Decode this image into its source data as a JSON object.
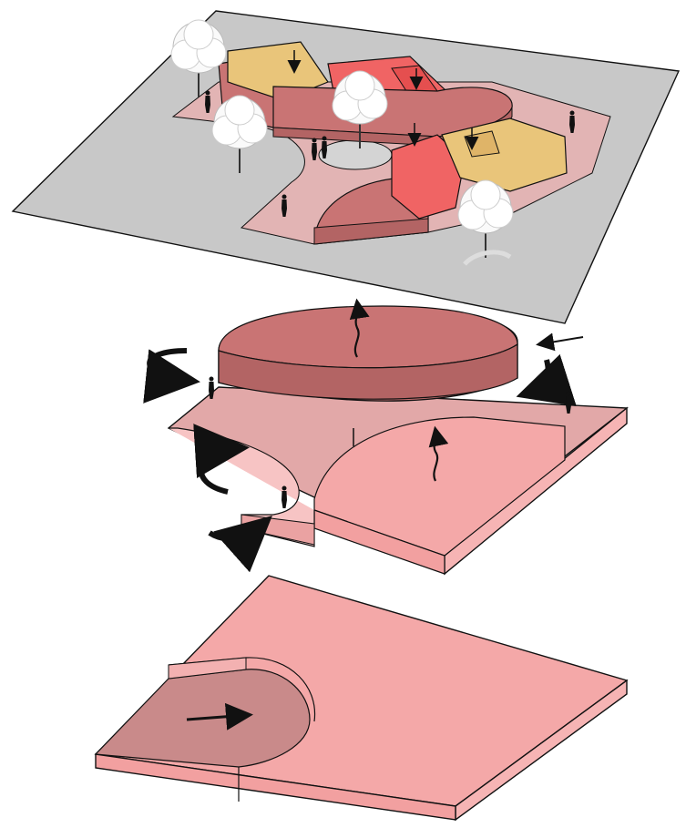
{
  "diagram": {
    "layers": [
      {
        "id": "top",
        "kind": "site-plan"
      },
      {
        "id": "middle",
        "kind": "ground-form"
      },
      {
        "id": "bottom",
        "kind": "base-slab"
      }
    ],
    "colors": {
      "site": "#c8c8c8",
      "slab_light": "#f4a8a8",
      "slab_side": "#f6b4b4",
      "dark_rose": "#c97474",
      "dark_rose_side": "#b36464",
      "mid_rose": "#d98a8a",
      "accent_red": "#f06464",
      "yellow": "#e9c57a",
      "paving": "#e2b4b4",
      "line": "#1a1a1a"
    },
    "icons": [
      "tree-icon",
      "person-icon",
      "flow-arrow-icon",
      "rise-arrow-icon",
      "straight-arrow-icon"
    ]
  }
}
